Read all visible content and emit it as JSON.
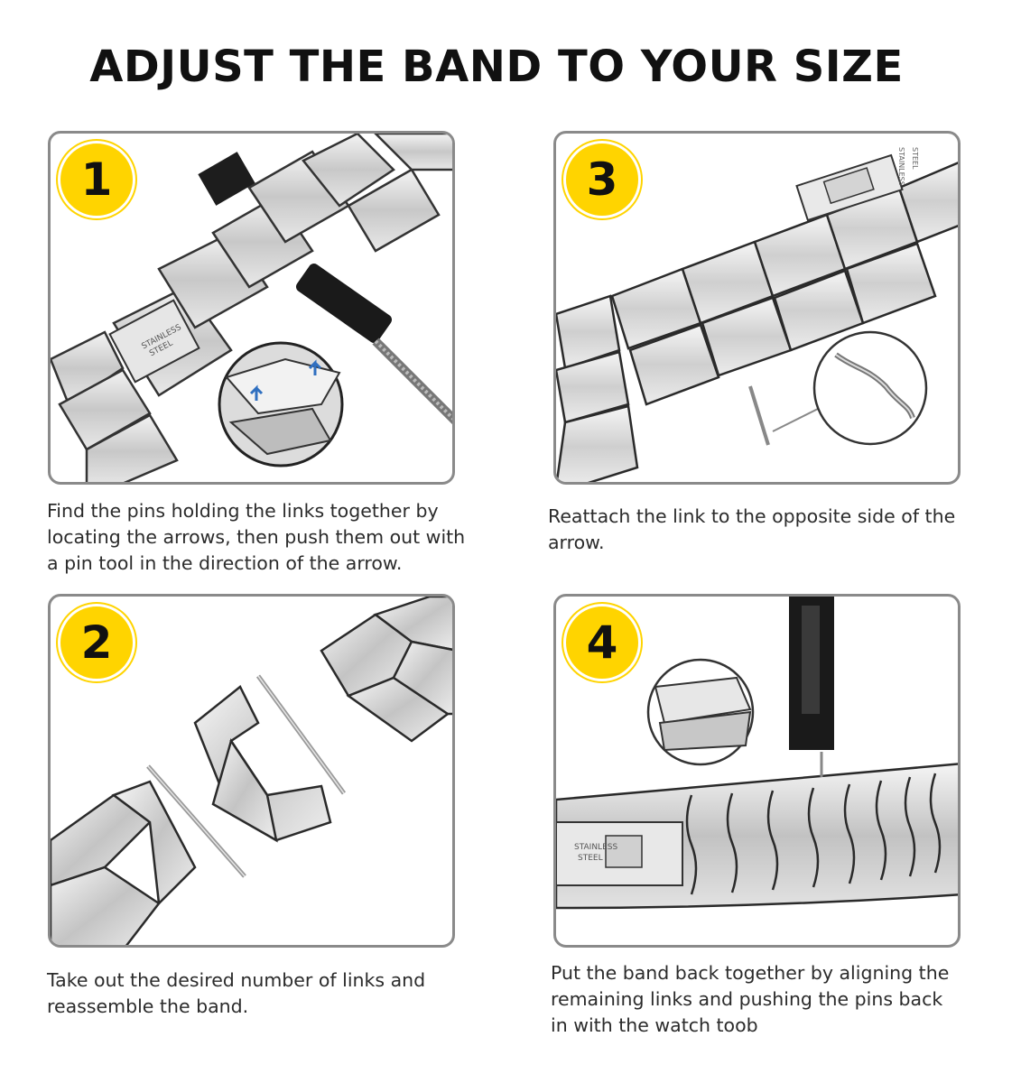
{
  "title": "ADJUST THE BAND TO YOUR SIZE",
  "steps": [
    {
      "number": "1",
      "caption_lines": [
        "Find the pins holding the links together by",
        "locating the arrows, then push them out with",
        "a pin tool in the direction of the arrow."
      ]
    },
    {
      "number": "3",
      "caption_lines": [
        "Reattach the link to the opposite side of the",
        "arrow."
      ]
    },
    {
      "number": "2",
      "caption_lines": [
        "Take out the desired number of links and",
        "reassemble the band."
      ]
    },
    {
      "number": "4",
      "caption_lines": [
        "Put the band back together by aligning the",
        "remaining links and pushing the pins back",
        "in with the watch toob"
      ]
    }
  ],
  "clasp_engraving": [
    "STAINLESS",
    "STEEL"
  ],
  "colors": {
    "badge": "#ffd400",
    "panel_border": "#8a8a8a",
    "arrow": "#2f6fc0",
    "tool": "#1a1a1a"
  },
  "icons": [
    "pin-tool-icon",
    "pin-icon",
    "magnifier-icon",
    "arrow-icon"
  ]
}
